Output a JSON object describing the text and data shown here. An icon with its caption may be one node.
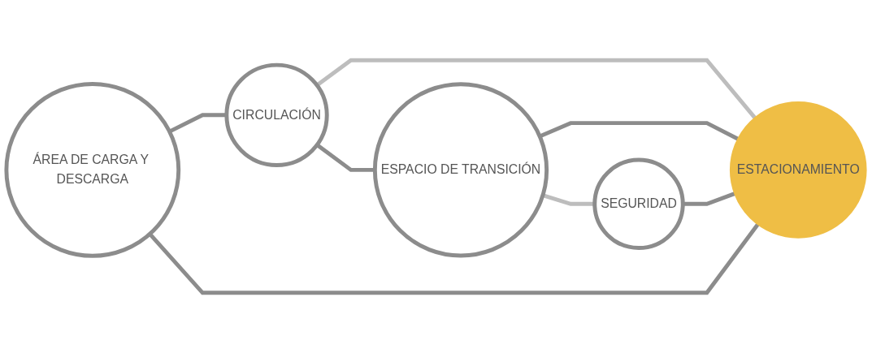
{
  "diagram": {
    "nodes": [
      {
        "text": [
          "ÁREA DE CARGA Y DESCARGA"
        ]
      },
      {
        "text": [
          "CIRCULACIÓN"
        ]
      },
      {
        "text": [
          "ESPACIO DE TRANSICIÓN"
        ]
      },
      {
        "text": [
          "SEGURIDAD"
        ]
      },
      {
        "text": [
          "ESTACIONAMIENTO"
        ]
      }
    ],
    "edges": [
      {
        "from": 0,
        "to": 1,
        "arrow": "none"
      },
      {
        "from": 1,
        "to": 2,
        "arrow": "none"
      },
      {
        "from": 2,
        "to": 3,
        "arrow": "none",
        "color": "#bdbdbd"
      },
      {
        "from": 1,
        "to": 4,
        "arrow": "none",
        "color": "#bdbdbd"
      },
      {
        "from": 2,
        "to": 4,
        "arrow": "none"
      },
      {
        "from": 3,
        "to": 4,
        "arrow": "none"
      },
      {
        "from": 0,
        "to": 4,
        "arrow": "none"
      }
    ]
  }
}
